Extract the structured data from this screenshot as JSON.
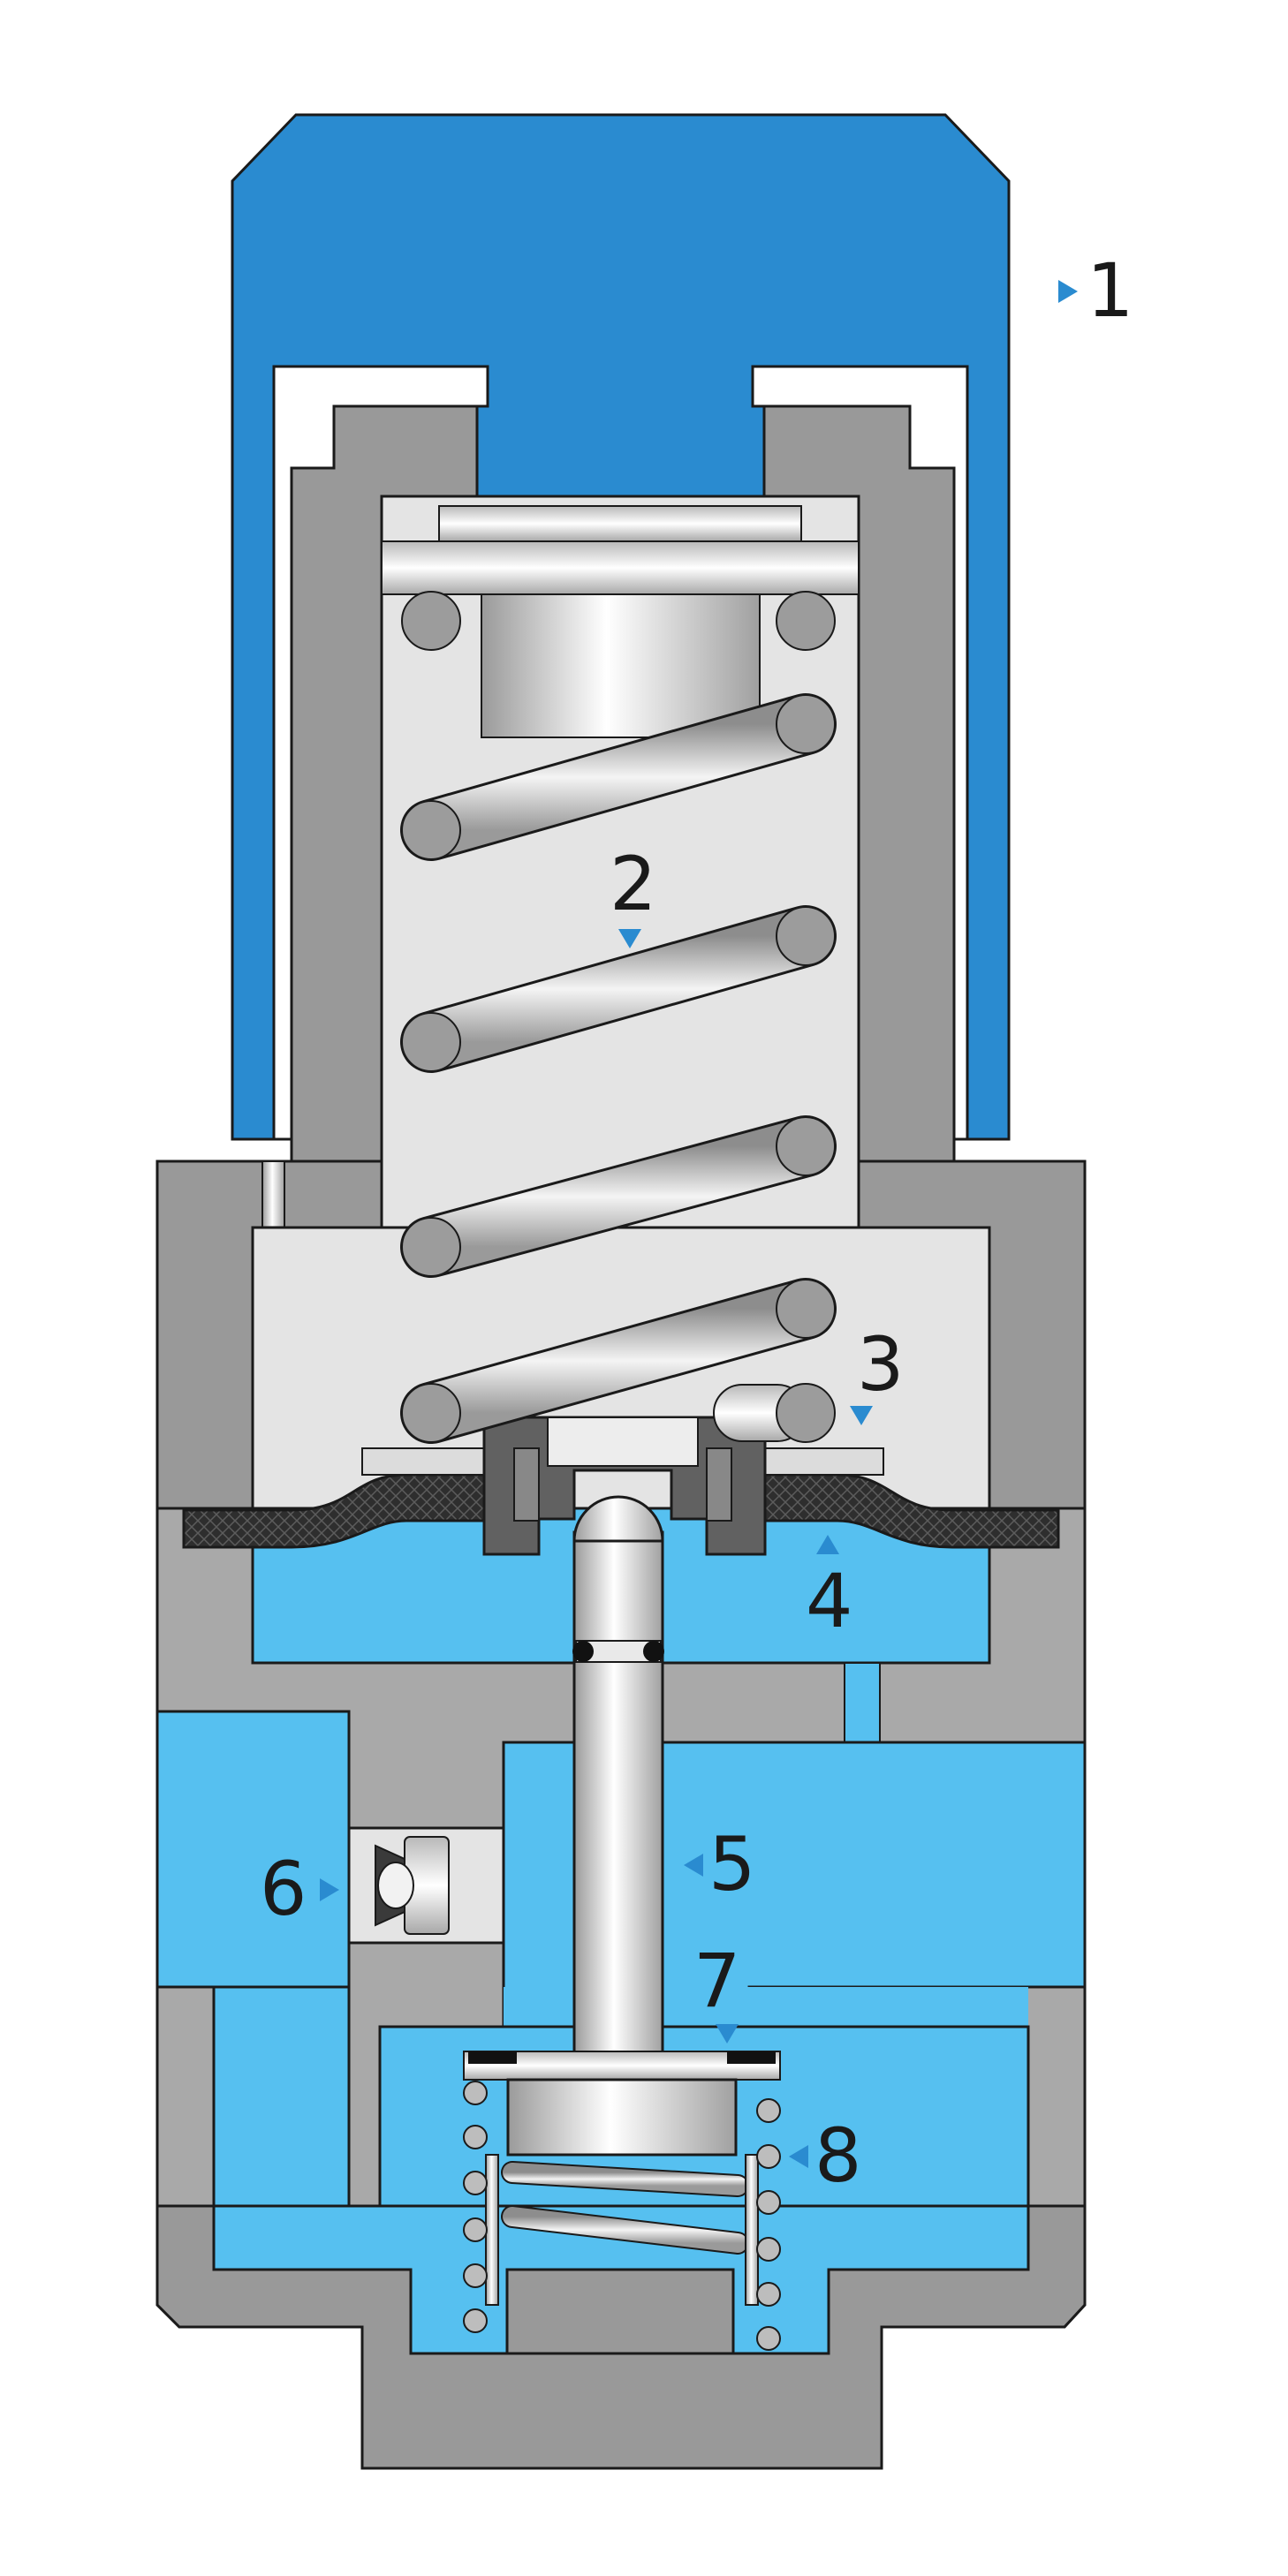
{
  "diagram": {
    "colors": {
      "cap_blue": "#2A8BD0",
      "fluid_blue": "#56C0F0",
      "body_gray": "#A9A9A9",
      "dark_gray": "#999999",
      "chamber_light": "#E4E4E4",
      "diaphragm": "#2E2E2E",
      "pointer": "#2A8BD0"
    },
    "callouts": [
      {
        "id": "1",
        "label": "1"
      },
      {
        "id": "2",
        "label": "2"
      },
      {
        "id": "3",
        "label": "3"
      },
      {
        "id": "4",
        "label": "4"
      },
      {
        "id": "5",
        "label": "5"
      },
      {
        "id": "6",
        "label": "6"
      },
      {
        "id": "7",
        "label": "7"
      },
      {
        "id": "8",
        "label": "8"
      }
    ]
  }
}
